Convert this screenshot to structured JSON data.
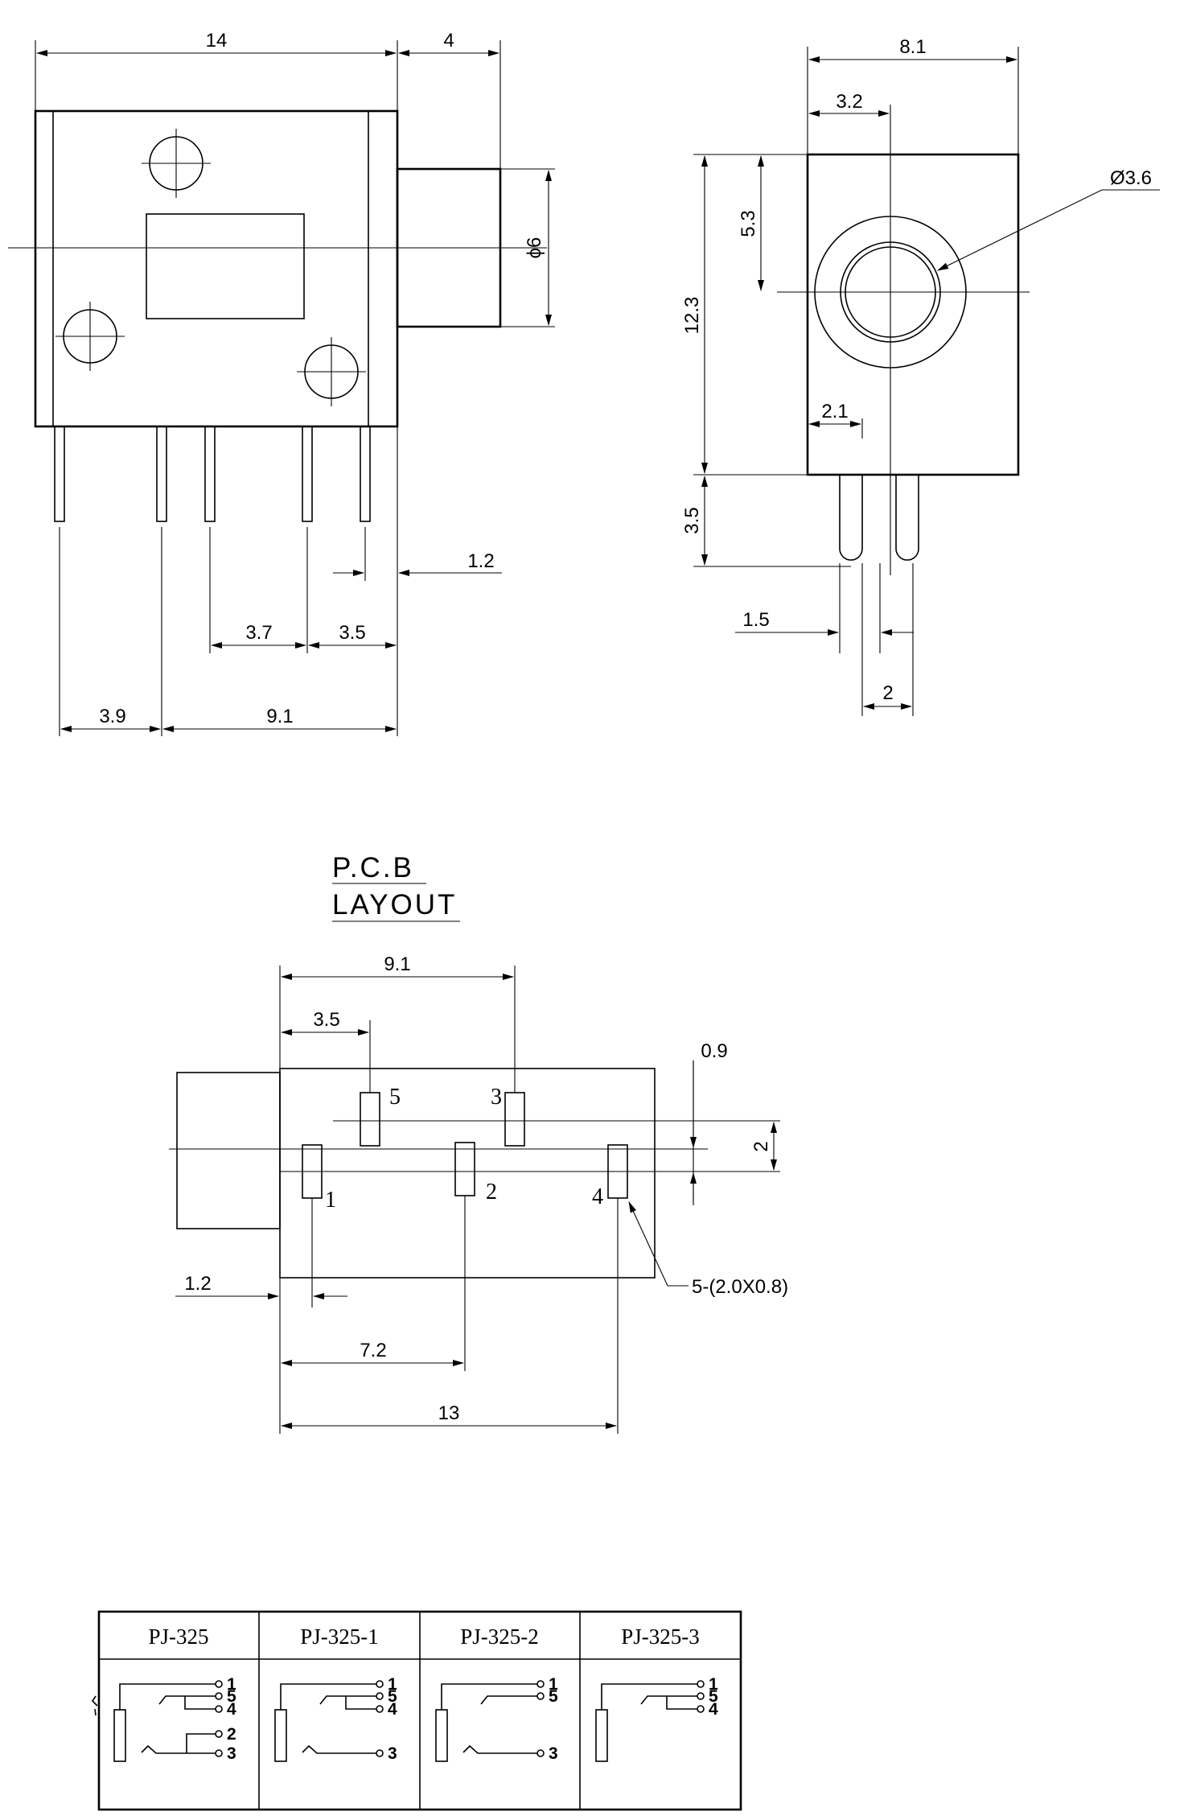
{
  "front_view": {
    "dim_14": "14",
    "dim_4": "4",
    "dim_phi6": "ϕ6",
    "dim_1_2": "1.2",
    "dim_3_7": "3.7",
    "dim_3_5": "3.5",
    "dim_3_9": "3.9",
    "dim_9_1": "9.1"
  },
  "side_view": {
    "dim_8_1": "8.1",
    "dim_3_2": "3.2",
    "dim_dia3_6": "Ø3.6",
    "dim_5_3": "5.3",
    "dim_12_3": "12.3",
    "dim_2_1": "2.1",
    "dim_3_5": "3.5",
    "dim_1_5": "1.5",
    "dim_2": "2"
  },
  "pcb_layout": {
    "title_line1": "P.C.B",
    "title_line2": "LAYOUT",
    "dim_9_1": "9.1",
    "dim_3_5": "3.5",
    "dim_0_9": "0.9",
    "dim_2": "2",
    "dim_1_2": "1.2",
    "dim_7_2": "7.2",
    "dim_13": "13",
    "pad_note": "5-(2.0X0.8)",
    "pin_labels": [
      "1",
      "2",
      "3",
      "4",
      "5"
    ]
  },
  "schematic_table": {
    "headers": [
      "PJ-325",
      "PJ-325-1",
      "PJ-325-2",
      "PJ-325-3"
    ],
    "terminals": [
      [
        "1",
        "5",
        "4",
        "2",
        "3"
      ],
      [
        "1",
        "5",
        "4",
        "3"
      ],
      [
        "1",
        "5",
        "3"
      ],
      [
        "1",
        "5",
        "4"
      ]
    ]
  }
}
